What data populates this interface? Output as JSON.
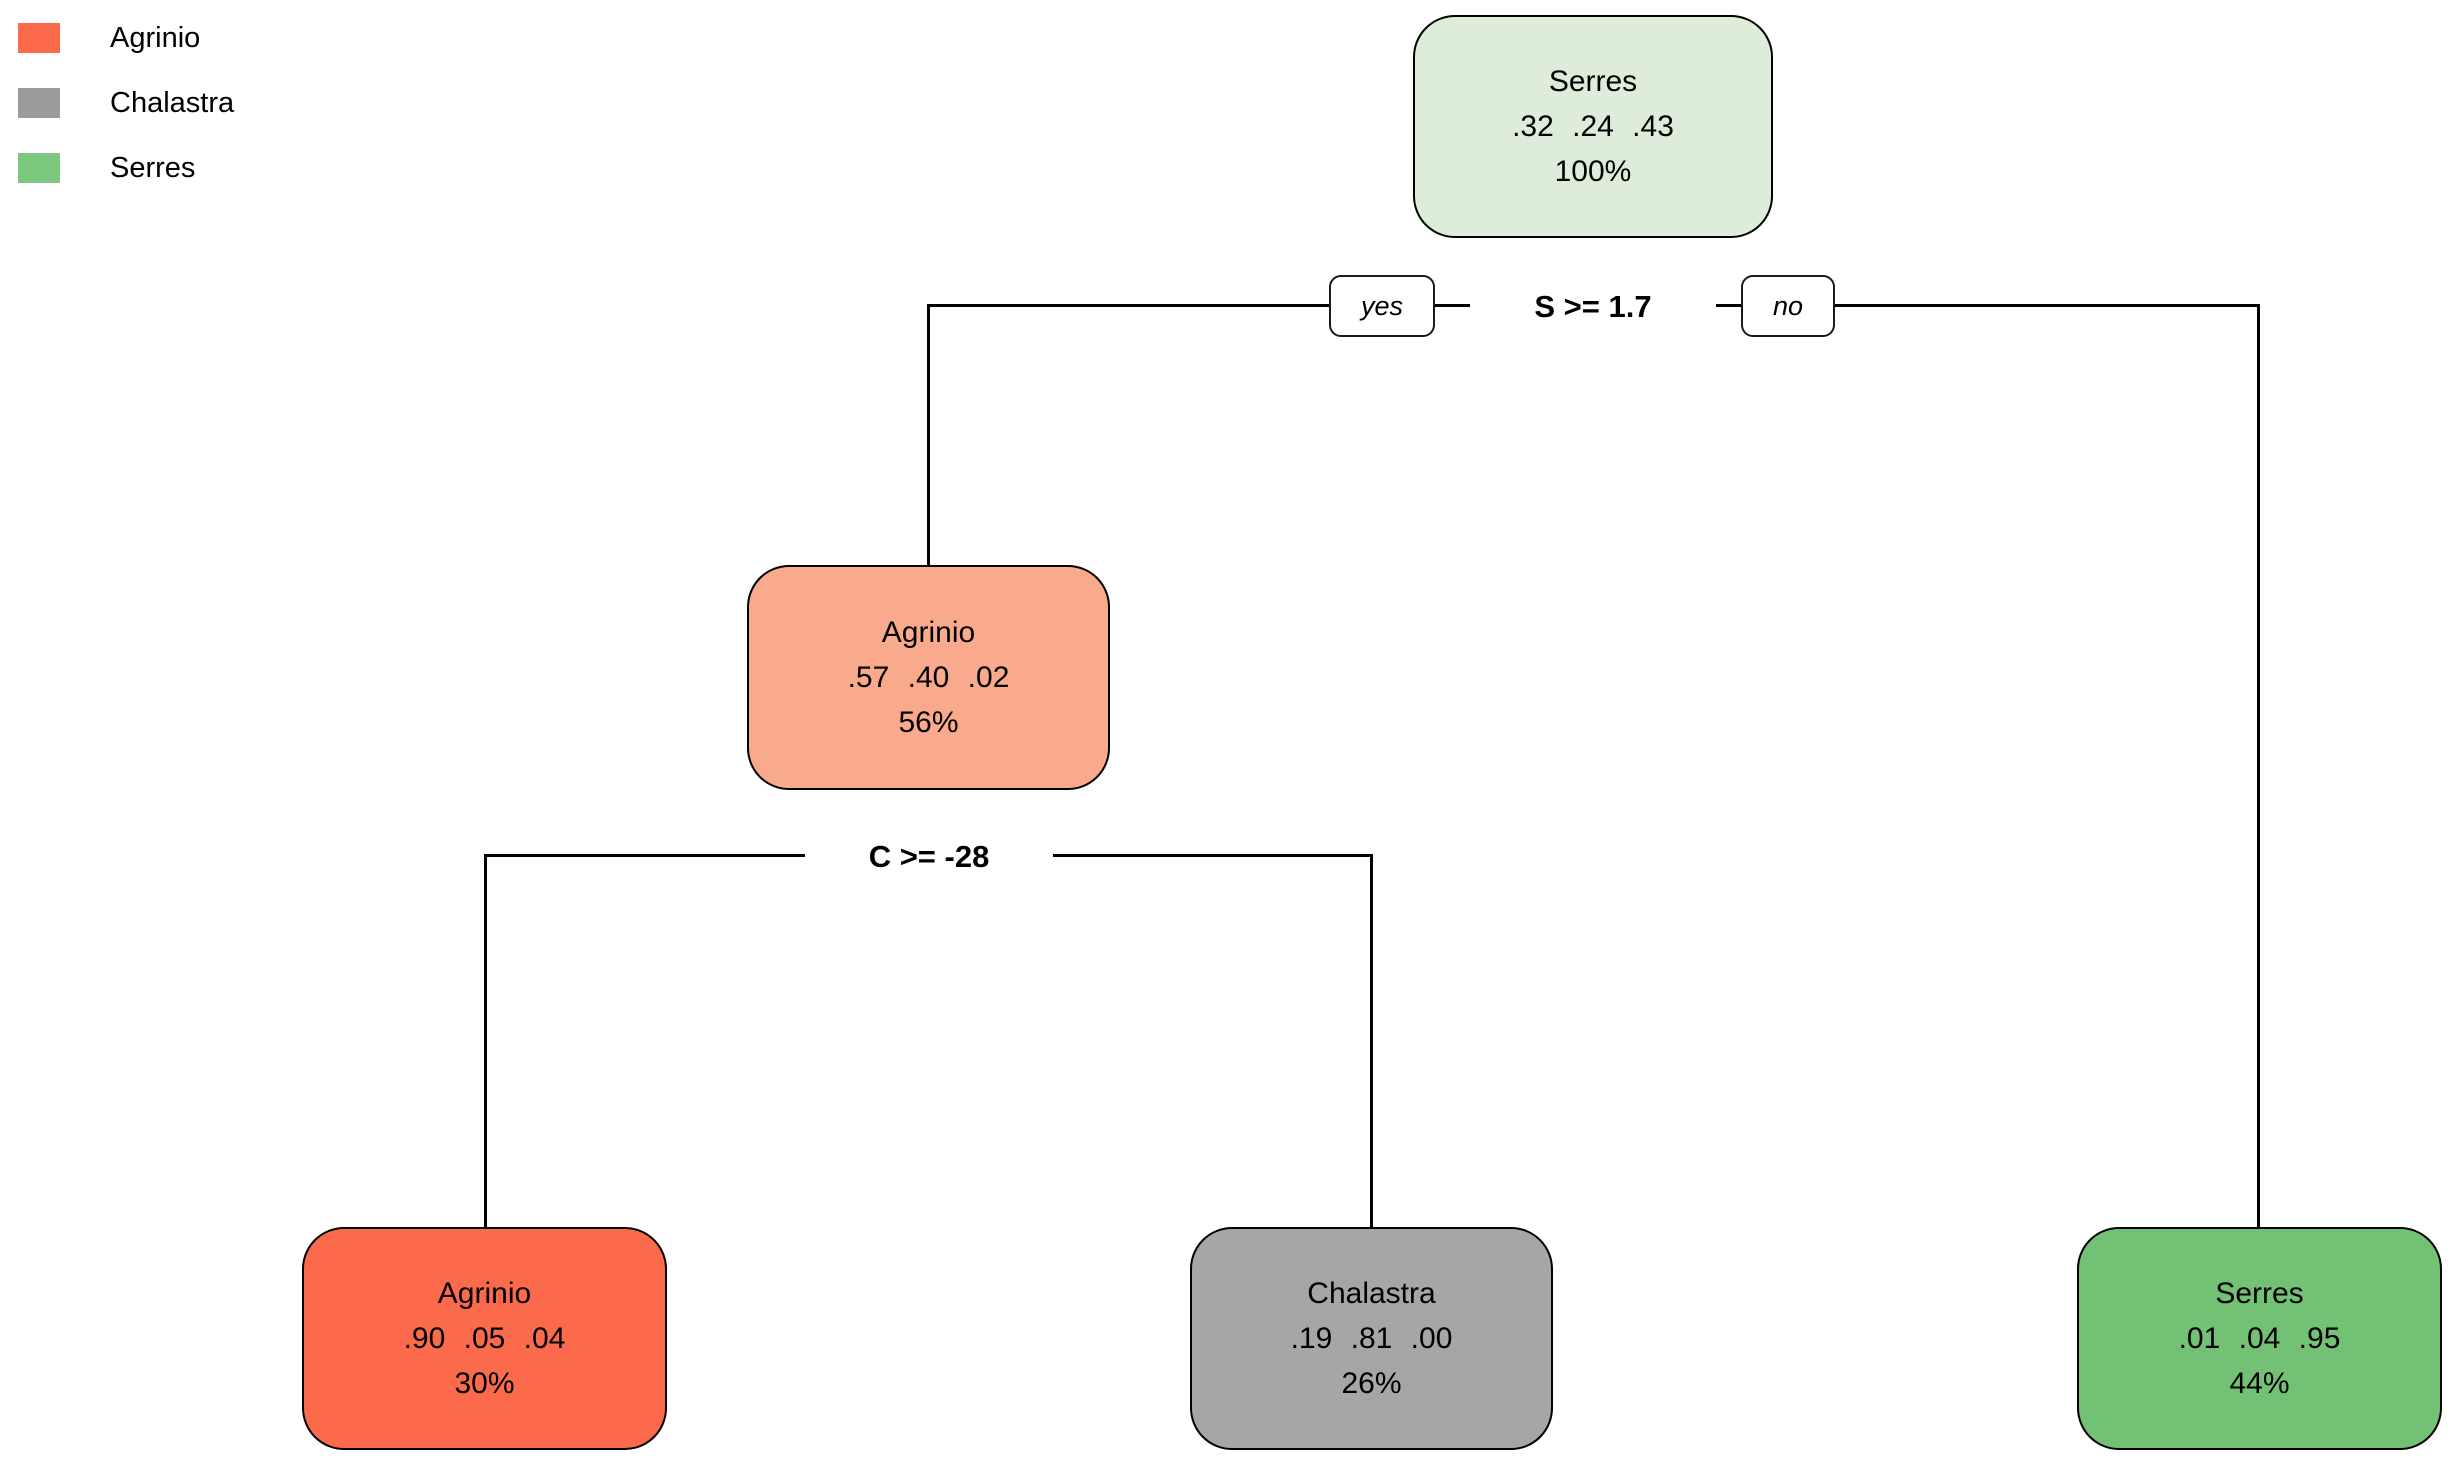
{
  "legend": {
    "items": [
      {
        "label": "Agrinio",
        "color": "#FB6A4A"
      },
      {
        "label": "Chalastra",
        "color": "#9B9B9B"
      },
      {
        "label": "Serres",
        "color": "#7CC87E"
      }
    ]
  },
  "tree": {
    "root": {
      "class": "Serres",
      "probs": ".32 .24 .43",
      "percent": "100%",
      "fill": "#DEEDDA"
    },
    "split": {
      "condition": "S >= 1.7",
      "yes_label": "yes",
      "no_label": "no"
    },
    "yes_branch": {
      "node": {
        "class": "Agrinio",
        "probs": ".57 .40 .02",
        "percent": "56%",
        "fill": "#FAAA8C"
      },
      "split": {
        "condition": "C >= -28"
      },
      "yes_leaf": {
        "class": "Agrinio",
        "probs": ".90 .05 .04",
        "percent": "30%",
        "fill": "#FB6A4A"
      },
      "no_leaf": {
        "class": "Chalastra",
        "probs": ".19 .81 .00",
        "percent": "26%",
        "fill": "#A6A6A6"
      }
    },
    "no_branch": {
      "leaf": {
        "class": "Serres",
        "probs": ".01 .04 .95",
        "percent": "44%",
        "fill": "#72C175"
      }
    }
  }
}
